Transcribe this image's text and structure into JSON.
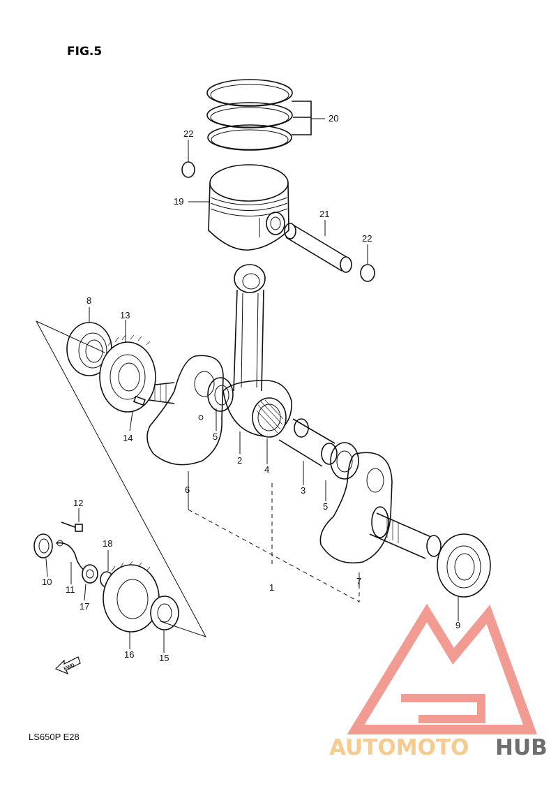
{
  "figure": {
    "title": "FIG.5",
    "model_code": "LS650P  E28",
    "fwd_label": "FWD"
  },
  "callouts": [
    {
      "id": "callout-1",
      "text": "1"
    },
    {
      "id": "callout-2",
      "text": "2"
    },
    {
      "id": "callout-3",
      "text": "3"
    },
    {
      "id": "callout-4",
      "text": "4"
    },
    {
      "id": "callout-5a",
      "text": "5"
    },
    {
      "id": "callout-5b",
      "text": "5"
    },
    {
      "id": "callout-6",
      "text": "6"
    },
    {
      "id": "callout-7",
      "text": "7"
    },
    {
      "id": "callout-8",
      "text": "8"
    },
    {
      "id": "callout-9",
      "text": "9"
    },
    {
      "id": "callout-10",
      "text": "10"
    },
    {
      "id": "callout-11",
      "text": "11"
    },
    {
      "id": "callout-12",
      "text": "12"
    },
    {
      "id": "callout-13",
      "text": "13"
    },
    {
      "id": "callout-14",
      "text": "14"
    },
    {
      "id": "callout-15",
      "text": "15"
    },
    {
      "id": "callout-16",
      "text": "16"
    },
    {
      "id": "callout-17",
      "text": "17"
    },
    {
      "id": "callout-18",
      "text": "18"
    },
    {
      "id": "callout-19",
      "text": "19"
    },
    {
      "id": "callout-20",
      "text": "20"
    },
    {
      "id": "callout-21",
      "text": "21"
    },
    {
      "id": "callout-22a",
      "text": "22"
    },
    {
      "id": "callout-22b",
      "text": "22"
    }
  ],
  "watermark": {
    "text_part1": "AUTOMOTO",
    "text_part2": "HUB",
    "color_primary": "#f08a80",
    "color_secondary": "#f5c27a",
    "color_dark": "#555555"
  }
}
